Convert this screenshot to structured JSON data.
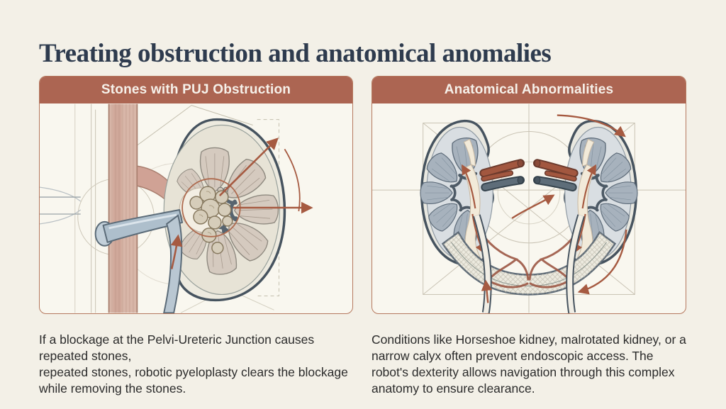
{
  "page": {
    "title": "Treating obstruction and anatomical anomalies",
    "background_color": "#f3f0e7",
    "title_color": "#2e3b4e"
  },
  "theme": {
    "header_background": "#ac6552",
    "header_text_color": "#f6f1ea",
    "panel_border": "#b5785e",
    "panel_background": "#f9f7ef",
    "arrow_color": "#a65a41",
    "caption_text_color": "#2b2b2b",
    "kidney_outline": "#46535f",
    "calyx_blue_grey": "#a7b2bd",
    "pyramid_beige": "#d5cabf",
    "stone_fill": "#d6cdba",
    "vessel_pink": "#d8b6a8",
    "ureter_blue": "#aebfcc"
  },
  "panels": [
    {
      "id": "puj-obstruction",
      "header": "Stones with PUJ Obstruction",
      "illustration": "kidney-cross-section-with-stone-cluster-at-pelvi-ureteric-junction",
      "caption": "If a blockage at the Pelvi-Ureteric Junction causes\nrepeated stones,\nrepeated stones, robotic pyeloplasty clears the blockage\nwhile removing the stones."
    },
    {
      "id": "anatomical-abnormalities",
      "header": "Anatomical Abnormalities",
      "illustration": "horseshoe-kidney-with-navigation-arrows",
      "caption": "Conditions like Horseshoe kidney, malrotated kidney, or a\nnarrow calyx often prevent endoscopic access. The\nrobot's dexterity allows navigation through this complex\nanatomy to ensure clearance."
    }
  ]
}
